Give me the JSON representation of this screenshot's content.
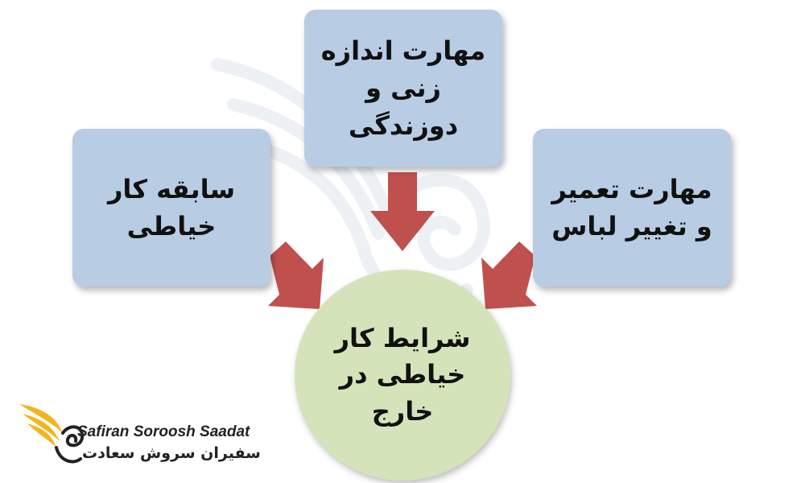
{
  "diagram": {
    "top_box": {
      "text": "مهارت اندازه زنی و دوزندگی"
    },
    "left_box": {
      "text": "سابقه کار خیاطی"
    },
    "right_box": {
      "text": "مهارت تعمیر و تغییر لباس"
    },
    "center_circle": {
      "text": "شرایط کار خیاطی در خارج"
    },
    "colors": {
      "box_fill": "#b8cce4",
      "circle_fill": "#d5e3bb",
      "arrow_fill": "#c0504d"
    }
  },
  "logo": {
    "name_en": "Safiran Soroosh Saadat",
    "name_fa": "سفیران سروش سعادت",
    "colors": {
      "wing": "#f2b51c",
      "swan": "#222222"
    }
  }
}
